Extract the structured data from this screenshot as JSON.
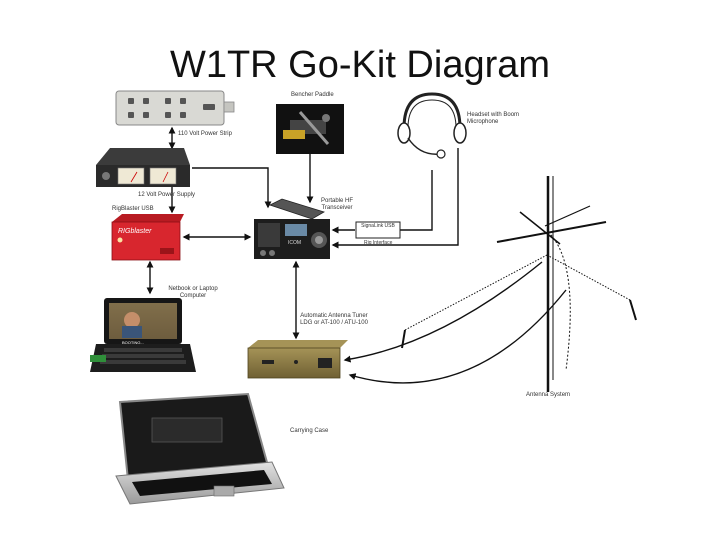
{
  "title": "W1TR Go-Kit Diagram",
  "labels": {
    "power_strip": "110 Volt Power Strip",
    "power_supply": "12 Volt Power Supply",
    "paddle": "Bencher Paddle",
    "headset": "Headset with Boom Microphone",
    "radio": "Portable HF Transceiver",
    "interface": "SignaLink USB",
    "interface_alt": "Rig Interface",
    "rigblaster": "RigBlaster USB",
    "laptop": "Netbook or Laptop Computer",
    "tuner": "Automatic Antenna Tuner LDG or AT-100 / ATU-100",
    "case": "Carrying Case",
    "antenna": "Antenna System"
  },
  "device_text": {
    "radio_brand": "ICOM",
    "rigblaster_brand": "RIGblaster",
    "laptop_screen": "BOOTING..."
  },
  "colors": {
    "line": "#111111",
    "rigblaster_red": "#d8262e",
    "tuner_gold": "#8c7a45",
    "power_supply": "#2a2a2a",
    "laptop_bezel": "#161616",
    "case_silver": "#c9c9c9"
  }
}
